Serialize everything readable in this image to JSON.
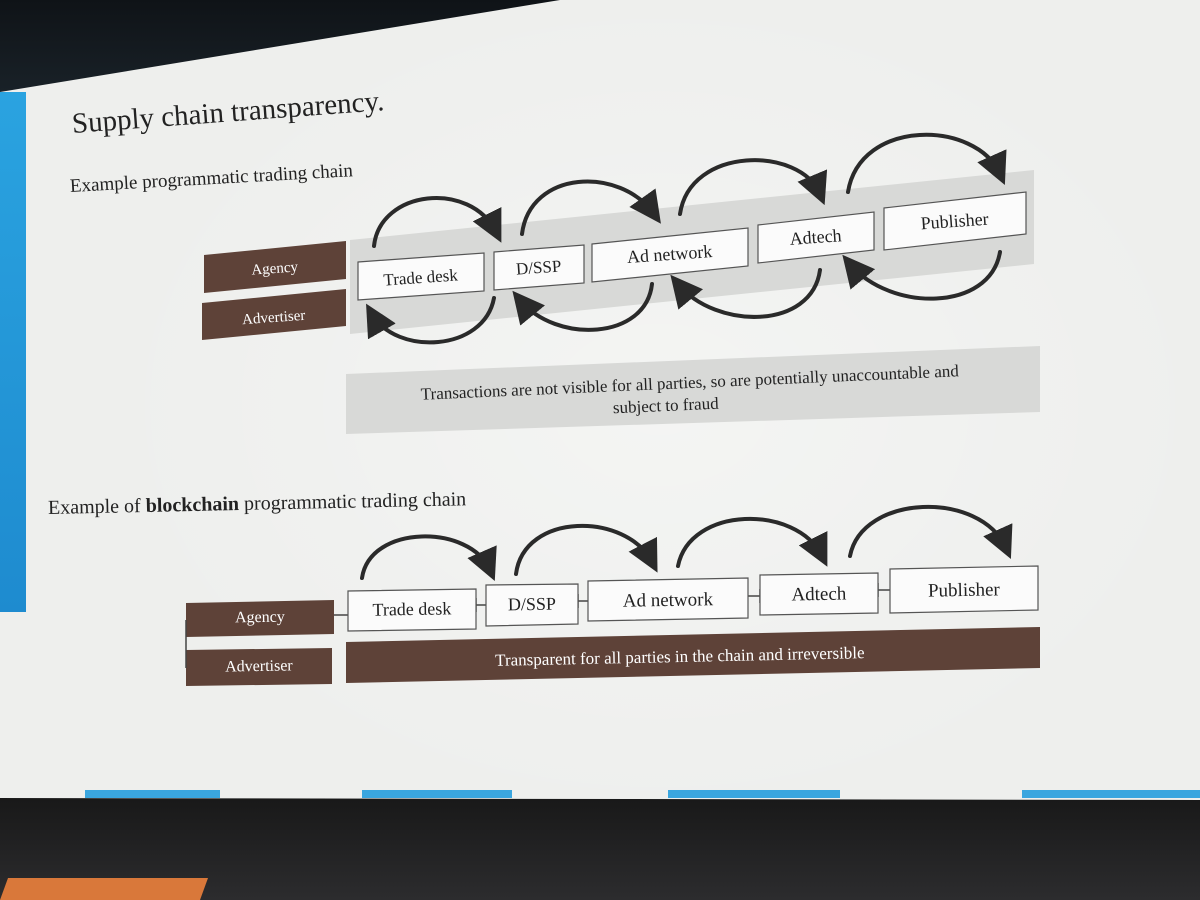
{
  "slide": {
    "title": "Supply chain transparency.",
    "section1_label": "Example programmatic trading chain",
    "section2_label_prefix": "Example of ",
    "section2_label_bold": "blockchain",
    "section2_label_suffix": " programmatic trading chain"
  },
  "chain1": {
    "left_boxes": [
      "Agency",
      "Advertiser"
    ],
    "nodes": [
      "Trade desk",
      "D/SSP",
      "Ad network",
      "Adtech",
      "Publisher"
    ],
    "note_line1": "Transactions are not visible for all parties, so are potentially unaccountable and",
    "note_line2": "subject to fraud"
  },
  "chain2": {
    "left_boxes": [
      "Agency",
      "Advertiser"
    ],
    "nodes": [
      "Trade desk",
      "D/SSP",
      "Ad network",
      "Adtech",
      "Publisher"
    ],
    "banner": "Transparent for all parties in the chain and irreversible"
  },
  "colors": {
    "brown": "#5e4238",
    "band_gray": "#d8d9d7",
    "screen": "#eeefed",
    "accent_blue": "#2aa3e0"
  }
}
